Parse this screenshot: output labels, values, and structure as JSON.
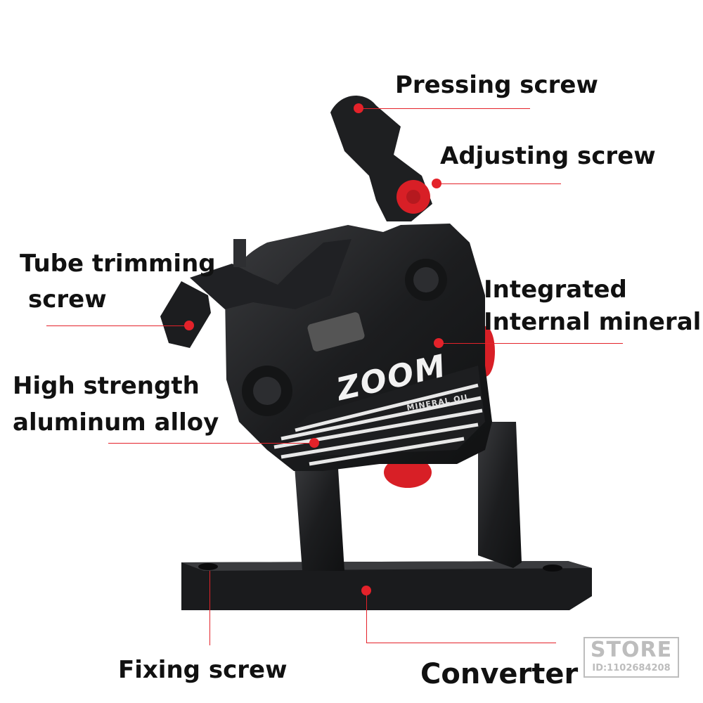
{
  "product": {
    "brand_logo": "ZOOM",
    "plate_text": "MINERAL OIL",
    "body_color": "#1c1d1f",
    "accent_color": "#e4222a"
  },
  "callouts": {
    "pressing_screw": "Pressing screw",
    "adjusting_screw": "Adjusting screw",
    "tube_trimming_line1": "Tube trimming",
    "tube_trimming_line2": "screw",
    "integrated_line1": "Integrated",
    "integrated_line2": "Internal mineral oi",
    "alloy_line1": "High strength",
    "alloy_line2": "aluminum alloy",
    "fixing_screw": "Fixing screw",
    "converter": "Converter"
  },
  "store_stamp": {
    "title": "STORE",
    "id": "ID:1102684208"
  }
}
